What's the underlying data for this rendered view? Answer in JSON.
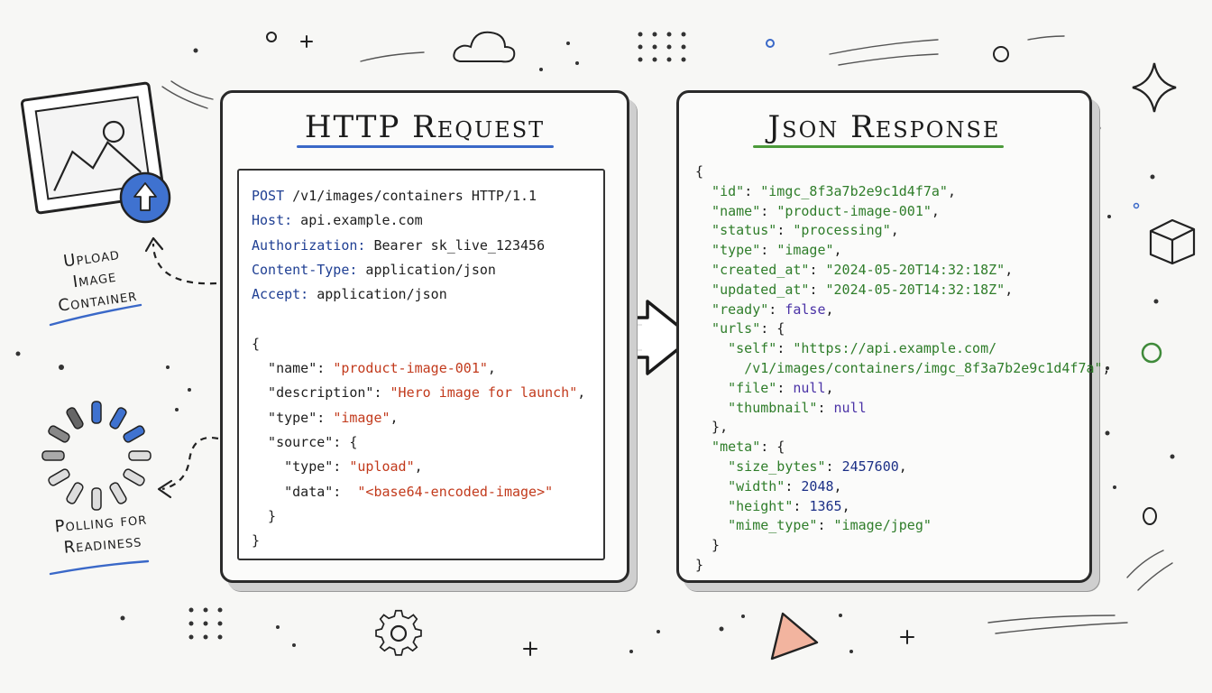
{
  "request": {
    "title": "HTTP Request",
    "request_line": {
      "method": "POST",
      "rest": " /v1/images/containers HTTP/1.1"
    },
    "headers": [
      {
        "key": "Host:",
        "value": " api.example.com"
      },
      {
        "key": "Authorization:",
        "value": " Bearer sk_live_123456"
      },
      {
        "key": "Content-Type:",
        "value": " application/json"
      },
      {
        "key": "Accept:",
        "value": " application/json"
      }
    ],
    "body": {
      "name": "\"product-image-001\"",
      "description": "\"Hero image for launch\"",
      "type": "\"image\"",
      "source_type": "\"upload\"",
      "source_data": "\"<base64-encoded-image>\""
    }
  },
  "response": {
    "title": "Json Response",
    "id": "\"imgc_8f3a7b2e9c1d4f7a\"",
    "name": "\"product-image-001\"",
    "status": "\"processing\"",
    "type": "\"image\"",
    "created_at": "\"2024-05-20T14:32:18Z\"",
    "updated_at": "\"2024-05-20T14:32:18Z\"",
    "ready": "false",
    "urls_self_1": "\"https://api.example.com/",
    "urls_self_2": "/v1/images/containers/imgc_8f3a7b2e9c1d4f7a\"",
    "urls_file": "null",
    "urls_thumbnail": "null",
    "meta_size_bytes": "2457600",
    "meta_width": "2048",
    "meta_height": "1365",
    "meta_mime_type": "\"image/jpeg\""
  },
  "labels": {
    "upload": [
      "Upload",
      "Image",
      "Container"
    ],
    "polling": [
      "Polling for",
      "Readiness"
    ]
  },
  "icons": [
    "image-upload-icon",
    "spinner-icon",
    "cloud-icon",
    "gear-icon",
    "triangle-icon",
    "cube-icon",
    "sparkle-icon",
    "arrow-icon"
  ],
  "colors": {
    "blue_accent": "#3a68c8",
    "green_accent": "#4b9a3a",
    "string_red": "#c23a1c",
    "string_green": "#2f7d2a",
    "keyword_purple": "#4a32a6",
    "number_navy": "#1b2f86",
    "triangle_fill": "#f2b49f"
  }
}
